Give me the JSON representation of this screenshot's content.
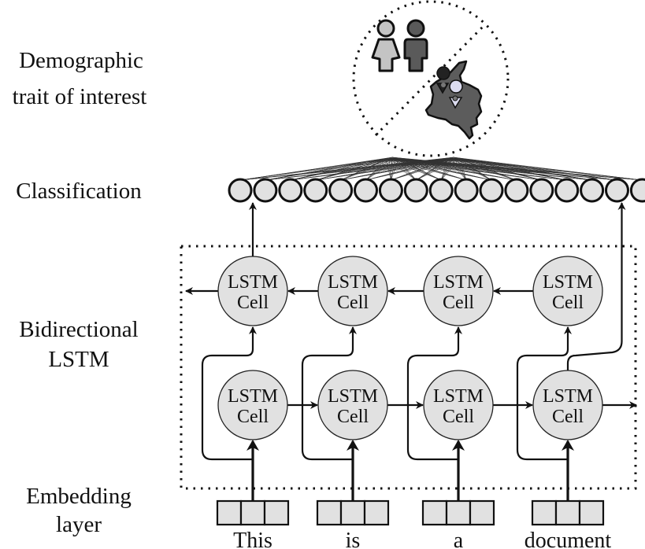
{
  "side_labels": {
    "demographic_line1": "Demographic",
    "demographic_line2": "trait of interest",
    "classification": "Classification",
    "bilstm_line1": "Bidirectional",
    "bilstm_line2": "LSTM",
    "embedding_line1": "Embedding",
    "embedding_line2": "layer"
  },
  "lstm_cell": {
    "line1": "LSTM",
    "line2": "Cell"
  },
  "tokens": [
    "This",
    "is",
    "a",
    "document"
  ],
  "classification_units": 17,
  "embedding_dims": 3,
  "trait_icons": [
    "female-person-icon",
    "male-person-icon",
    "colombia-map-icon",
    "location-pin-icon"
  ],
  "colors": {
    "node_fill": "#e1e1e1",
    "female_fill": "#c4c4c4",
    "male_fill": "#5a5a5a",
    "map_fill": "#5c5c5c",
    "stroke": "#111111"
  }
}
